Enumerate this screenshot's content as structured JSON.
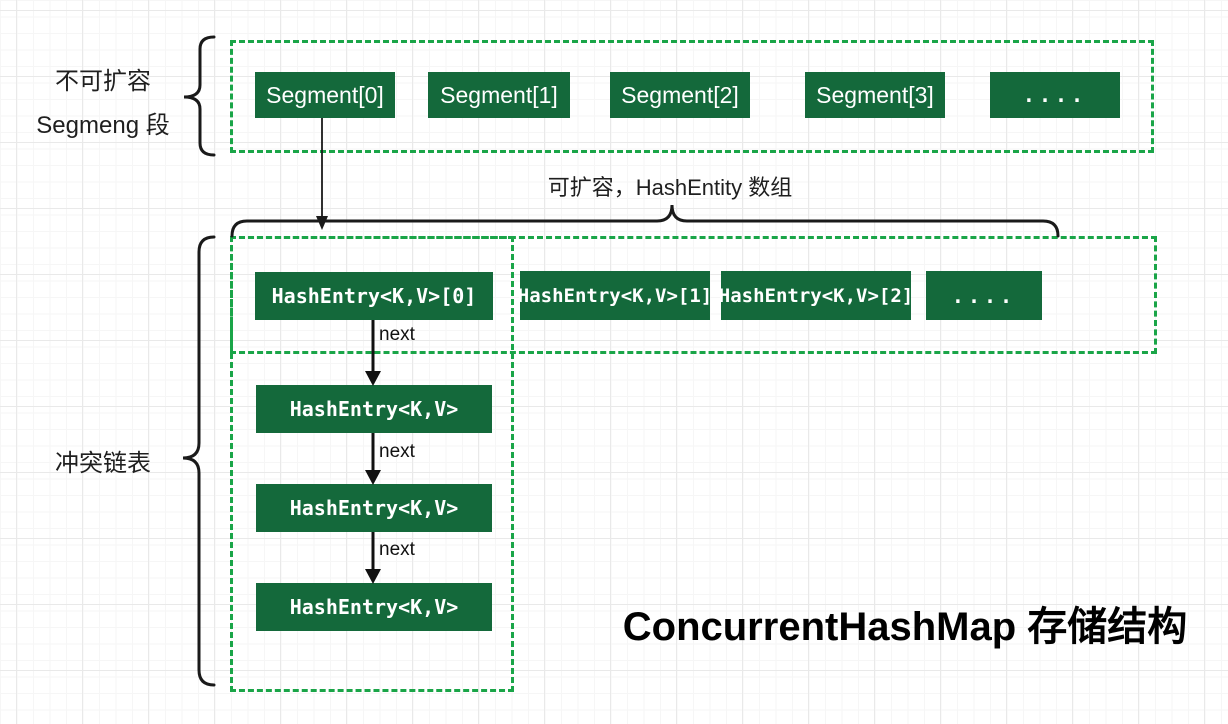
{
  "canvas": {
    "background": "#ffffff",
    "grid_minor_color": "#f6f6f6",
    "grid_major_color": "#e9e9e9"
  },
  "colors": {
    "node_fill": "#14693b",
    "node_text": "#ffffff",
    "dashed_border_green": "#1aa548",
    "line_black": "#1a1a1a"
  },
  "labels": {
    "segment_section_line1": "不可扩容",
    "segment_section_line2": "Segmeng 段",
    "expandable_note": "可扩容，HashEntity 数组",
    "collision_list": "冲突链表",
    "next": "next"
  },
  "segment_row": {
    "items": [
      "Segment[0]",
      "Segment[1]",
      "Segment[2]",
      "Segment[3]",
      "...."
    ]
  },
  "hash_entry_row": {
    "items": [
      "HashEntry<K,V>[0]",
      "HashEntry<K,V>[1]",
      "HashEntry<K,V>[2]",
      "...."
    ]
  },
  "collision_chain": {
    "items": [
      "HashEntry<K,V>",
      "HashEntry<K,V>",
      "HashEntry<K,V>"
    ]
  },
  "title": "ConcurrentHashMap 存储结构"
}
